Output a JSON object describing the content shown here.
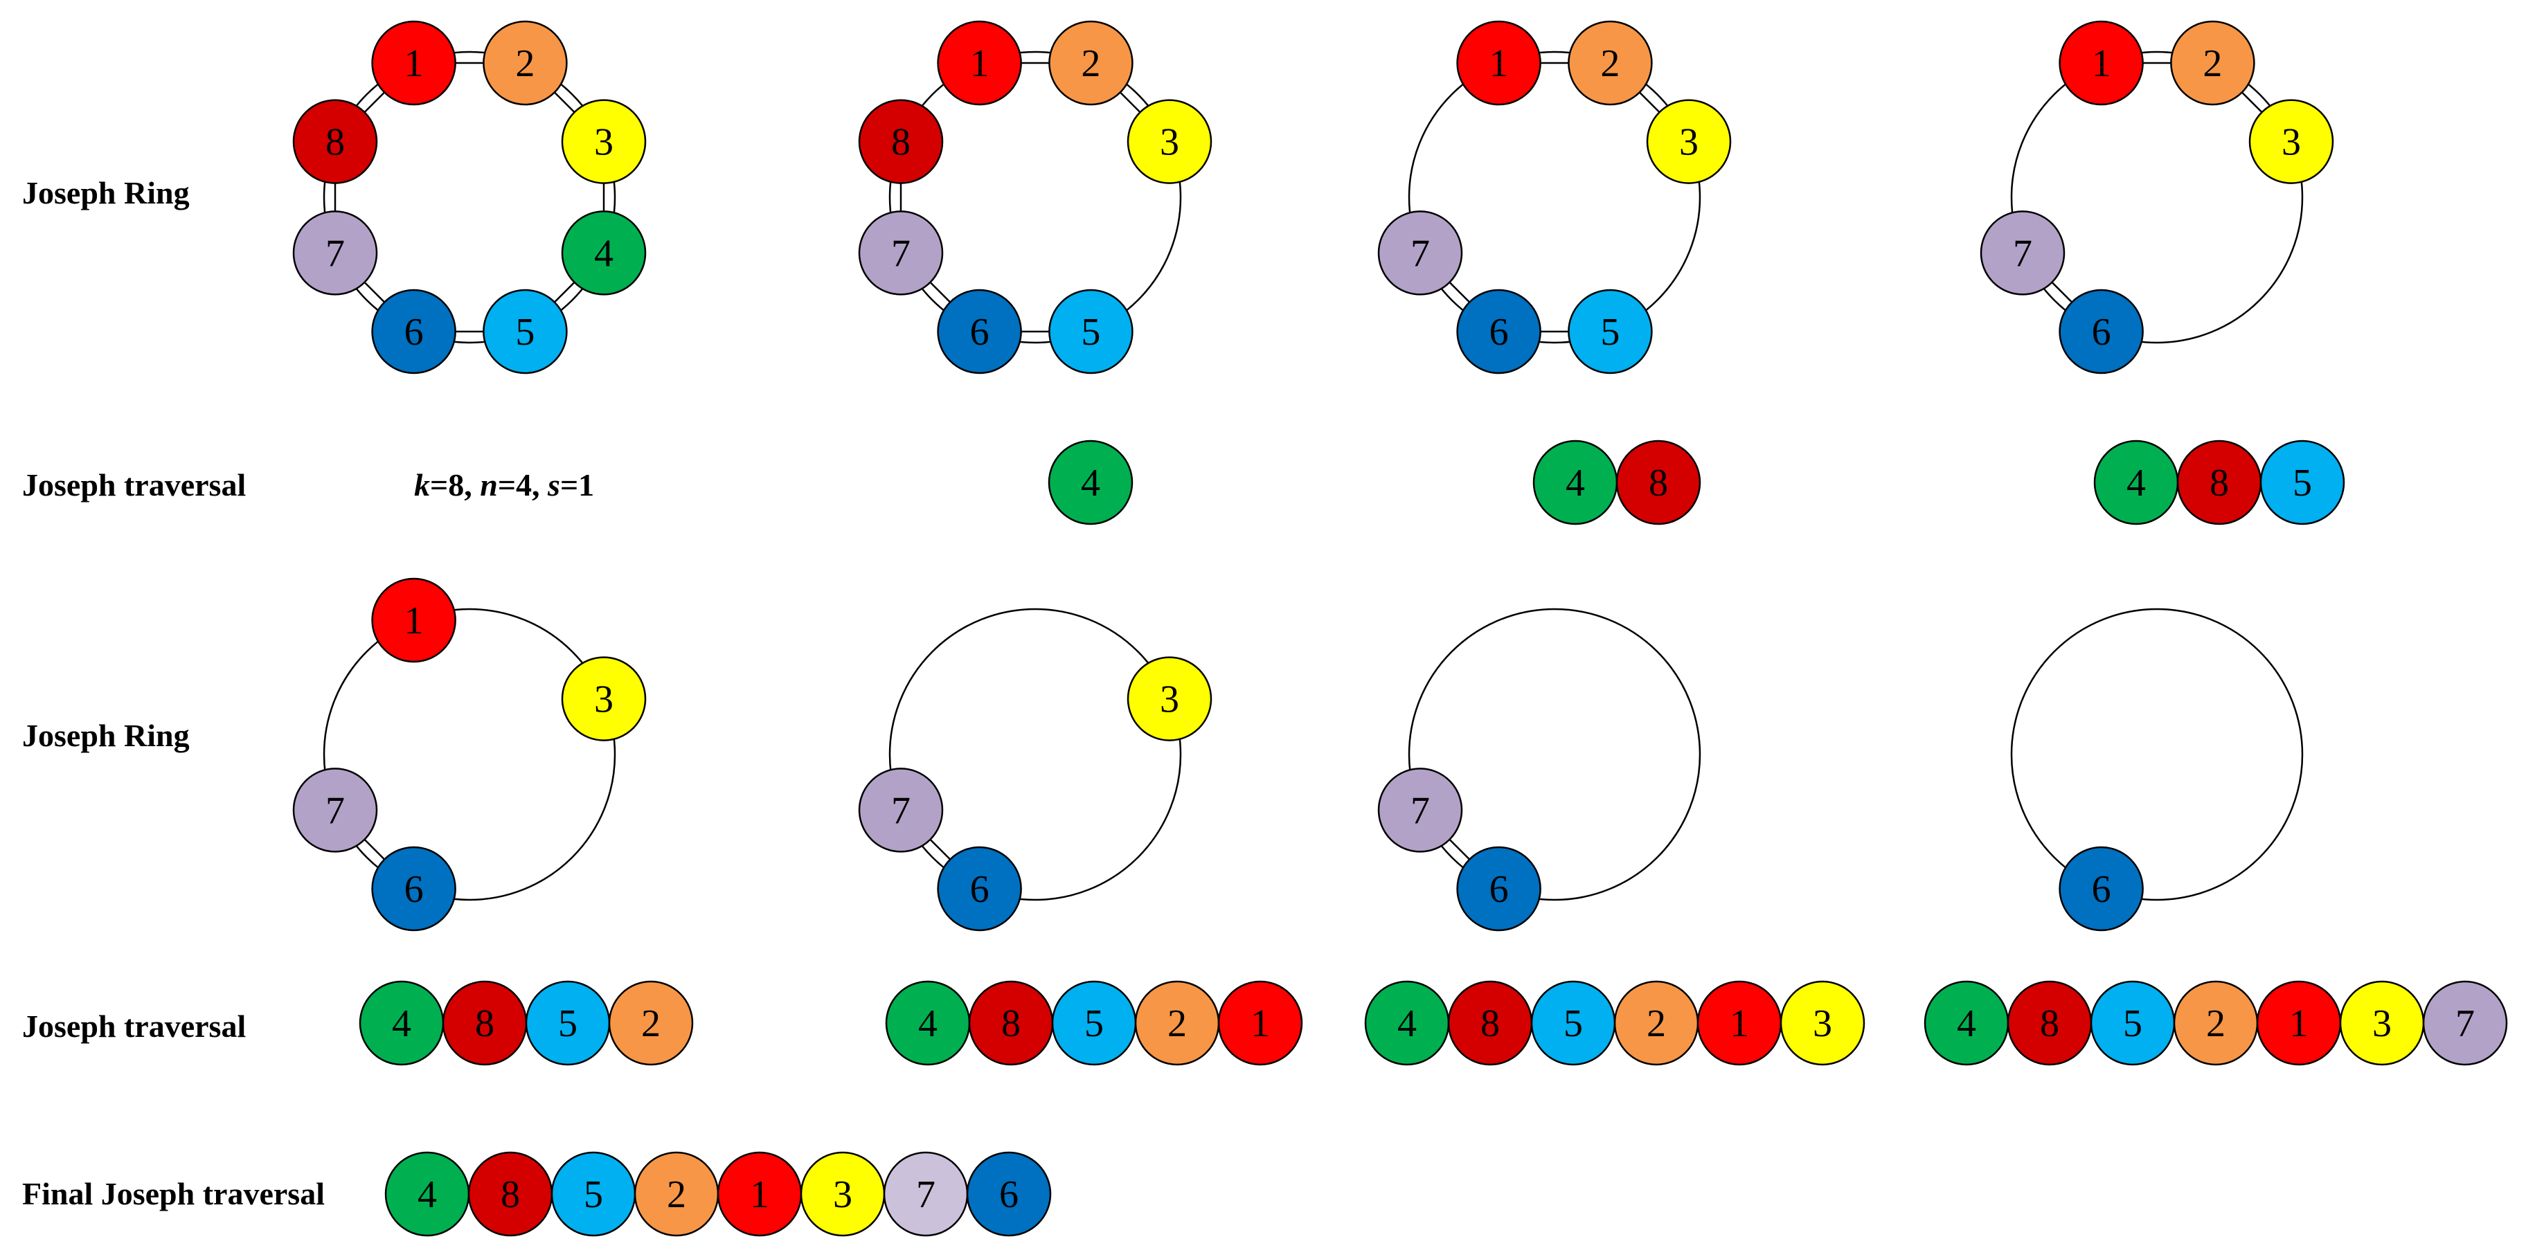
{
  "labels": {
    "ring": "Joseph Ring",
    "traversal": "Joseph traversal",
    "final": "Final Joseph traversal"
  },
  "params": {
    "k_sym": "k",
    "k_val": "=8, ",
    "n_sym": "n",
    "n_val": "=4, ",
    "s_sym": "s",
    "s_val": "=1"
  },
  "colors": {
    "1": "#ff0000",
    "2": "#f79646",
    "3": "#ffff00",
    "4": "#00b050",
    "5": "#00b0f0",
    "6": "#0070c0",
    "7": "#b3a2c7",
    "8": "#d40000",
    "7_final": "#ccc1da"
  },
  "rings": [
    {
      "remaining": [
        "1",
        "2",
        "3",
        "4",
        "5",
        "6",
        "7",
        "8"
      ]
    },
    {
      "remaining": [
        "1",
        "2",
        "3",
        "5",
        "6",
        "7",
        "8"
      ]
    },
    {
      "remaining": [
        "1",
        "2",
        "3",
        "5",
        "6",
        "7"
      ]
    },
    {
      "remaining": [
        "1",
        "2",
        "3",
        "6",
        "7"
      ]
    },
    {
      "remaining": [
        "1",
        "3",
        "6",
        "7"
      ]
    },
    {
      "remaining": [
        "3",
        "6",
        "7"
      ]
    },
    {
      "remaining": [
        "6",
        "7"
      ]
    },
    {
      "remaining": [
        "6"
      ]
    }
  ],
  "traversals": [
    [
      "4"
    ],
    [
      "4",
      "8"
    ],
    [
      "4",
      "8",
      "5"
    ],
    [
      "4",
      "8",
      "5",
      "2"
    ],
    [
      "4",
      "8",
      "5",
      "2",
      "1"
    ],
    [
      "4",
      "8",
      "5",
      "2",
      "1",
      "3"
    ],
    [
      "4",
      "8",
      "5",
      "2",
      "1",
      "3",
      "7"
    ]
  ],
  "final_traversal": [
    "4",
    "8",
    "5",
    "2",
    "1",
    "3",
    "7",
    "6"
  ]
}
